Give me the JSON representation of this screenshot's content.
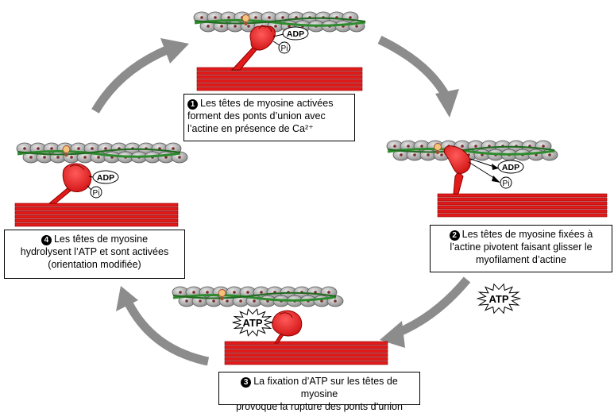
{
  "colors": {
    "myosin": "#e21a1a",
    "myosin_dark": "#8b0000",
    "actin_bead": "#b4b4b4",
    "actin_strand": "#2e8b2e",
    "cycle_arrow": "#8c8c8c",
    "caption_border": "#000000"
  },
  "stages": [
    {
      "id": 1,
      "number": "1",
      "caption_lines": [
        "Les têtes de myosine activées",
        "forment des ponts d’union avec",
        "l’actine en présence de Ca²⁺"
      ],
      "labels": [
        "ADP",
        "Pi"
      ]
    },
    {
      "id": 2,
      "number": "2",
      "caption_lines": [
        "Les têtes de myosine fixées  à",
        "l’actine pivotent faisant glisser le",
        "myofilament d’actine"
      ],
      "labels": [
        "ADP",
        "Pi"
      ]
    },
    {
      "id": 3,
      "number": "3",
      "caption_lines": [
        "La fixation d’ATP sur les têtes de myosine",
        "provoque la rupture des ponts d’union"
      ],
      "labels": [
        "ATP",
        "ATP"
      ]
    },
    {
      "id": 4,
      "number": "4",
      "caption_lines": [
        "Les têtes de myosine",
        "hydrolysent l’ATP et sont activées",
        "(orientation modifiée)"
      ],
      "labels": [
        "ADP",
        "Pi"
      ]
    }
  ],
  "icons": {
    "cycle_arrows": "curved-arrow-icon",
    "atp_burst": "starburst-icon"
  }
}
